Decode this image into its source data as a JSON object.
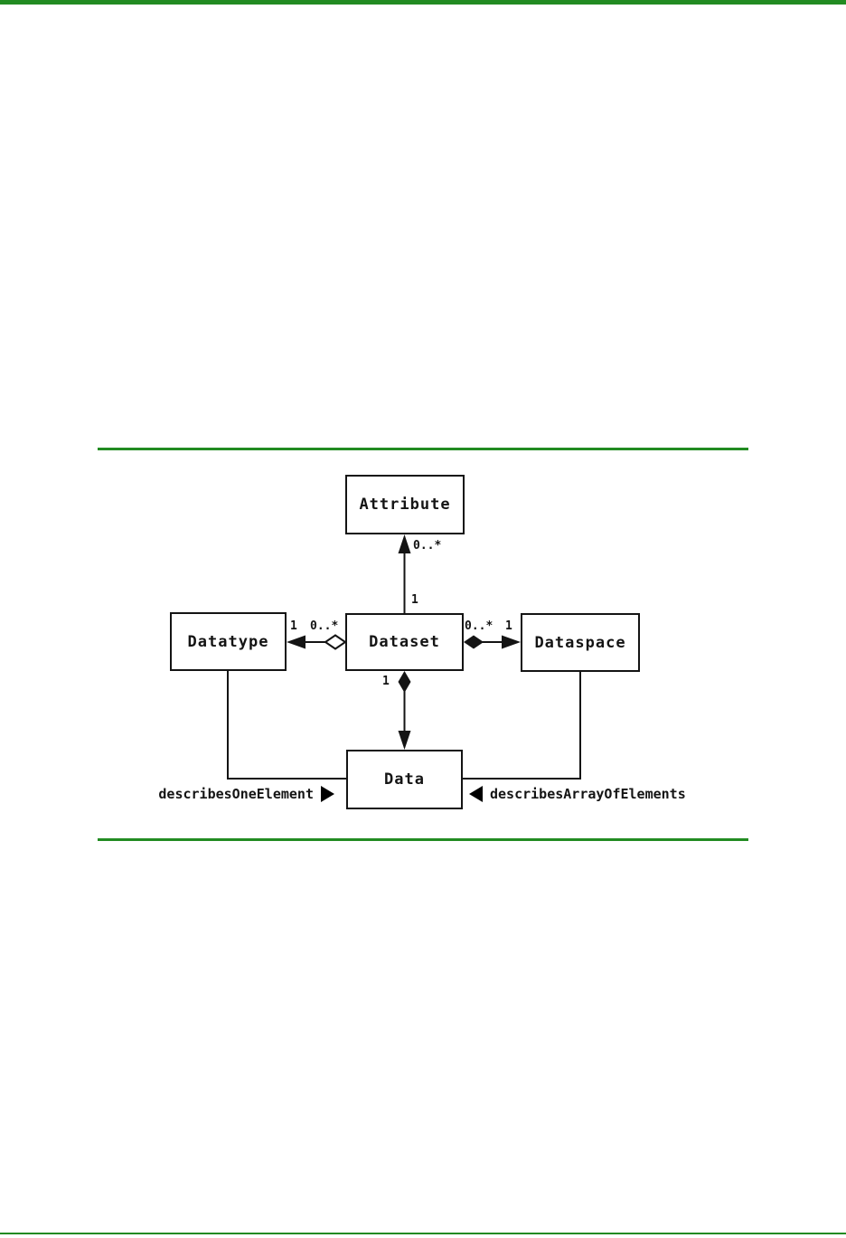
{
  "page": {
    "background": "#ffffff",
    "accent_green": "#228B22",
    "line_color": "#141414"
  },
  "diagram": {
    "type": "uml-class-diagram",
    "classes": [
      {
        "label": "Attribute"
      },
      {
        "label": "Datatype"
      },
      {
        "label": "Dataset"
      },
      {
        "label": "Dataspace"
      },
      {
        "label": "Data"
      }
    ],
    "multiplicities": {
      "attribute_many": "0..*",
      "attribute_one": "1",
      "datatype_one": "1",
      "datatype_many": "0..*",
      "dataspace_many": "0..*",
      "dataspace_one": "1",
      "data_one": "1"
    },
    "roles": {
      "left": "describesOneElement",
      "right": "describesArrayOfElements"
    },
    "relationships": [
      "Dataset has 0..* Attribute (association, arrow to Attribute)",
      "Dataset aggregates 0..* Datatype (open diamond at Dataset, arrow to Datatype)",
      "Dataset composes 0..* Dataspace (filled diamond at Dataset, arrow to Dataspace)",
      "Dataset composes 1 Data (filled diamond at Dataset, arrow to Data)",
      "Datatype describesOneElement Data",
      "Dataspace describesArrayOfElements Data"
    ]
  }
}
